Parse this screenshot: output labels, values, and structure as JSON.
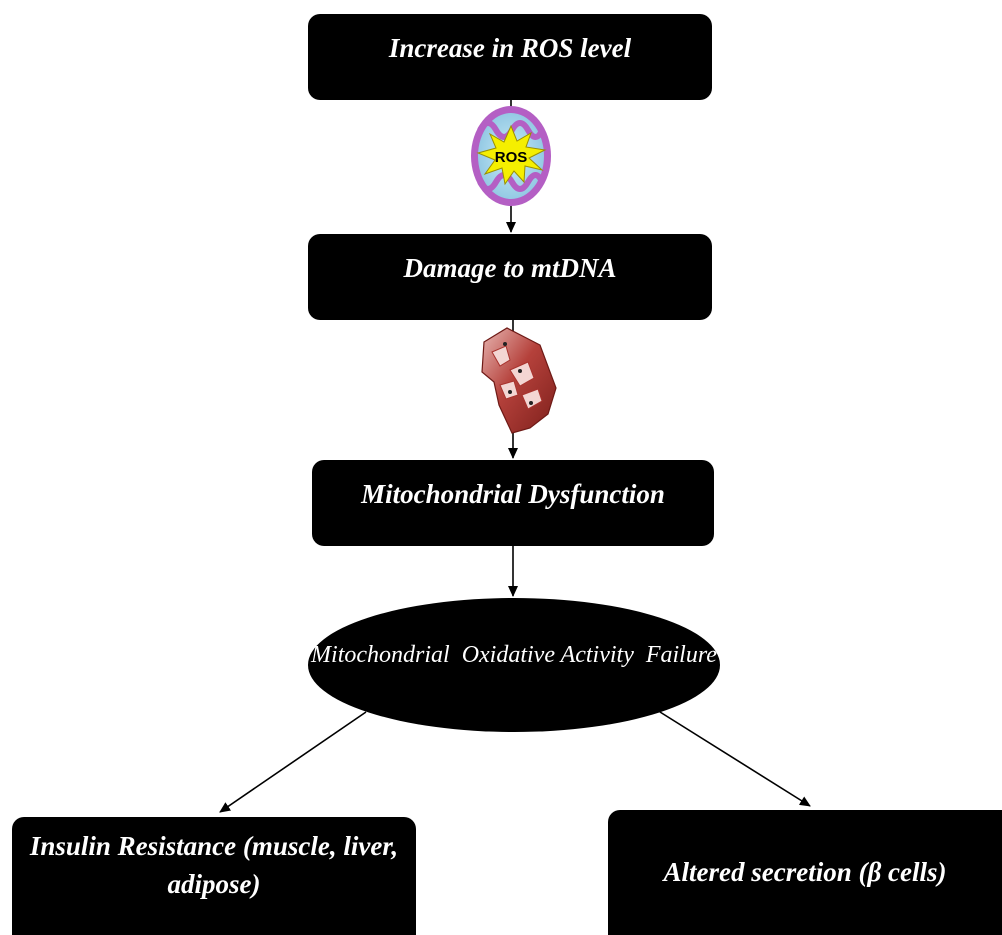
{
  "nodes": {
    "ros_increase": "Increase in ROS level",
    "mtdna_damage": "Damage to mtDNA",
    "mito_dysfunction": "Mitochondrial Dysfunction",
    "oxidative_failure_line1": "Mitochondrial  Oxidative",
    "oxidative_failure_line2": "Activity  Failure",
    "insulin_resistance_line1": "Insulin Resistance (muscle, liver,",
    "insulin_resistance_line2": "adipose)",
    "altered_secretion": "Altered secretion (β cells)"
  },
  "icons": {
    "ros_burst_label": "ROS",
    "ros_icon": "mitochondrion-ros-burst-icon",
    "damaged_mito_icon": "damaged-mitochondrion-icon"
  },
  "colors": {
    "box_fill": "#000000",
    "box_text": "#ffffff",
    "arrow": "#000000",
    "ros_burst": "#f5ef00",
    "mito_outer": "#b45fc4",
    "mito_inner": "#9fd3ea",
    "damaged_mito": "#a8332e"
  }
}
